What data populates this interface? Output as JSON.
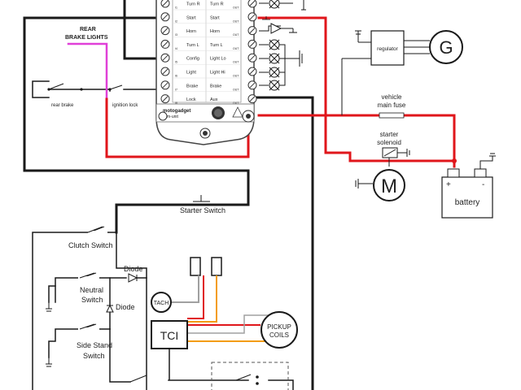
{
  "unit": {
    "inputs": [
      "Turn R",
      "Start",
      "Horn",
      "Turn L",
      "Config",
      "Light",
      "Brake",
      "Lock"
    ],
    "outputs": [
      "Turn R",
      "Start",
      "Horn",
      "Turn L",
      "Light Lo",
      "Light Hi",
      "Brake",
      "Aux"
    ],
    "out_tag": "OUT",
    "in_tags": [
      "I1",
      "I2",
      "I3",
      "I4",
      "I5",
      "I6",
      "I7",
      "I8"
    ],
    "brand": "motogadget",
    "model": "m-unit"
  },
  "labels": {
    "rear_brake_lights_1": "REAR",
    "rear_brake_lights_2": "BRAKE LIGHTS",
    "rear_brake": "rear brake",
    "ignition_lock": "ignition lock",
    "regulator": "regulator",
    "generator": "G",
    "vehicle_fuse_1": "vehicle",
    "vehicle_fuse_2": "main fuse",
    "starter_solenoid_1": "starter",
    "starter_solenoid_2": "solenoid",
    "motor": "M",
    "battery": "battery",
    "battery_plus": "+",
    "battery_minus": "-",
    "starter_switch": "Starter Switch",
    "clutch_switch": "Clutch Switch",
    "diode_1": "Diode",
    "diode_2": "Diode",
    "neutral_switch_1": "Neutral",
    "neutral_switch_2": "Switch",
    "side_stand_switch_1": "Side Stand",
    "side_stand_switch_2": "Switch",
    "tach": "TACH",
    "tci": "TCI",
    "pickup_coils_1": "PICKUP",
    "pickup_coils_2": "COILS"
  },
  "colors": {
    "wire_black": "#1a1a1a",
    "wire_red": "#e0161b",
    "wire_pink": "#e040d8",
    "wire_orange": "#f39c12",
    "wire_gray": "#a0a0a0",
    "unit_border": "#444444",
    "dashed_box": "#555555"
  }
}
